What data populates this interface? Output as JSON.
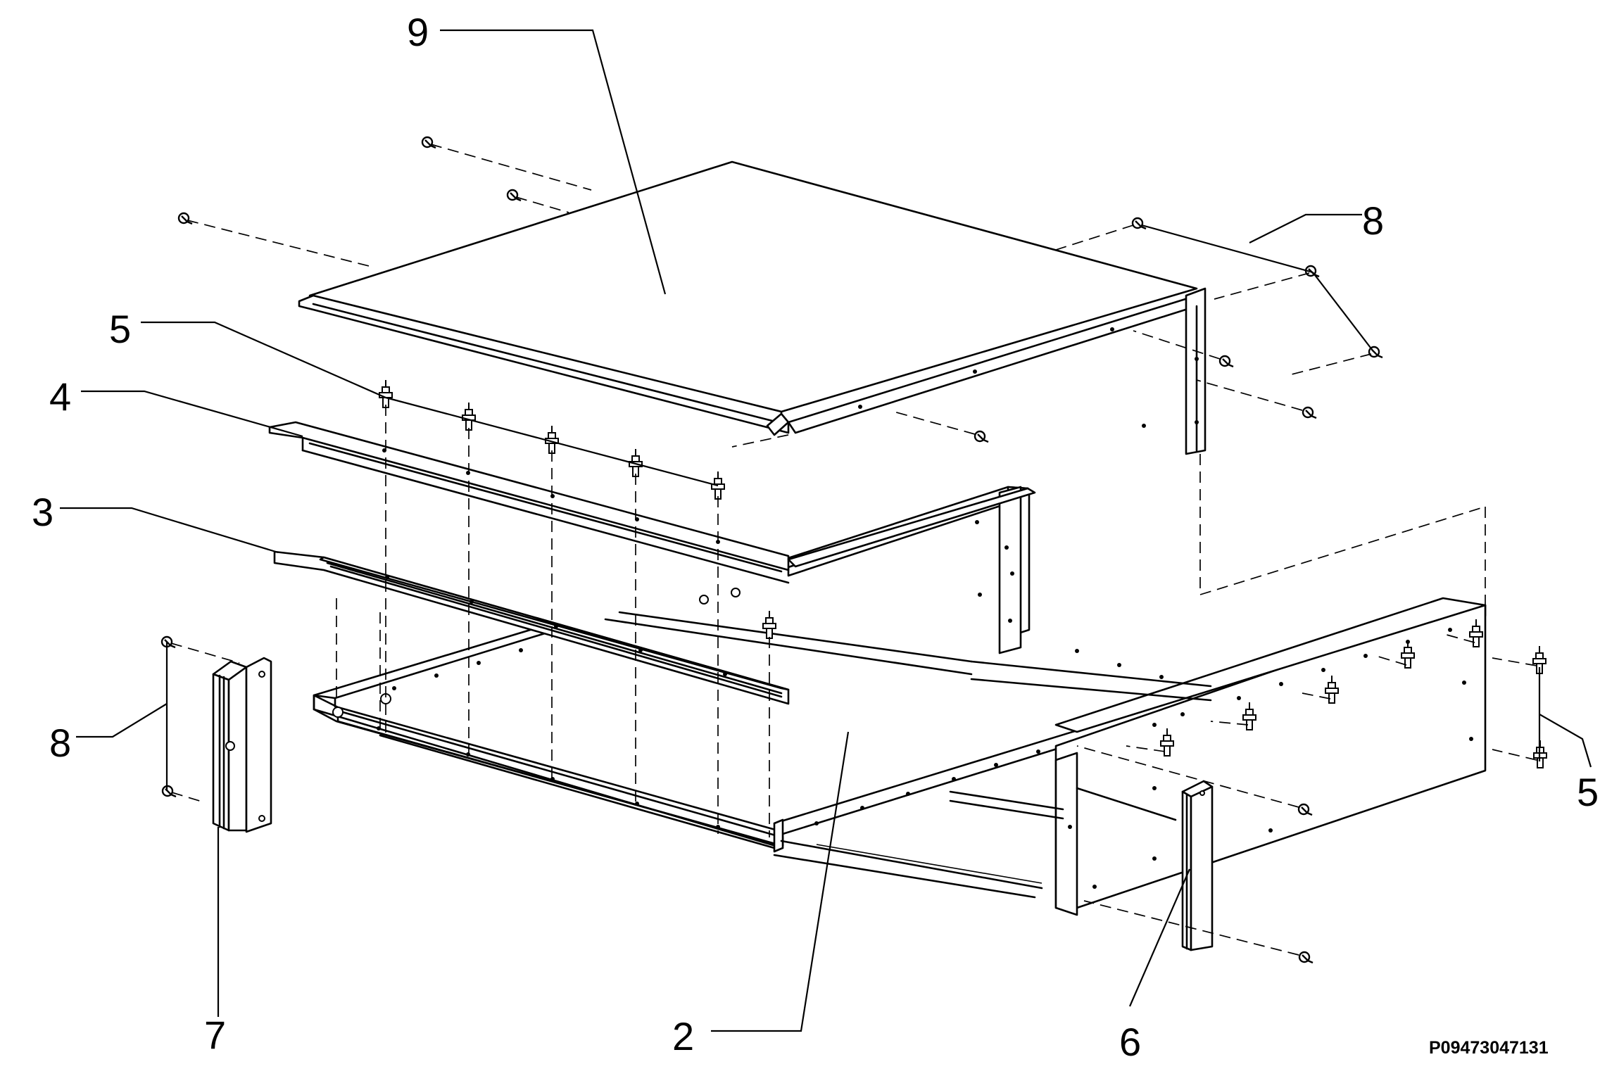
{
  "callouts": {
    "c9": "9",
    "c8_top": "8",
    "c5_left": "5",
    "c4": "4",
    "c3": "3",
    "c8_left": "8",
    "c7": "7",
    "c2": "2",
    "c6": "6",
    "c5_right": "5"
  },
  "reference_code": "P09473047131"
}
